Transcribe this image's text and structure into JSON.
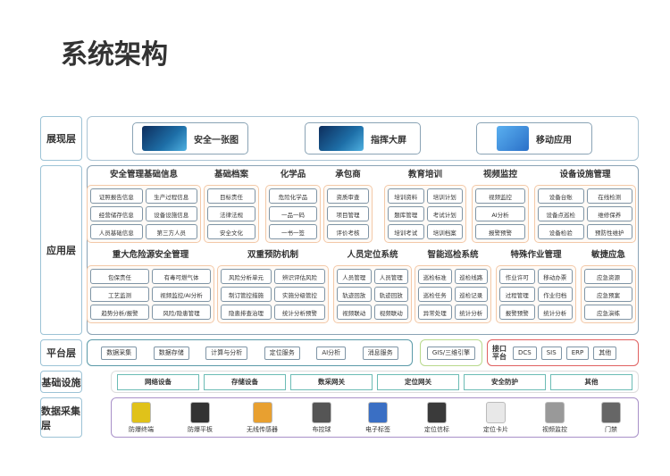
{
  "title": "系统架构",
  "layers": {
    "presentation": "展现层",
    "application": "应用层",
    "platform": "平台层",
    "infrastructure": "基础设施",
    "collection": "数据采集层"
  },
  "presentation": [
    {
      "label": "安全一张图",
      "icon": "dashboard-map-icon"
    },
    {
      "label": "指挥大屏",
      "icon": "command-screen-icon"
    },
    {
      "label": "移动应用",
      "icon": "mobile-app-icon"
    }
  ],
  "app_row1": [
    {
      "title": "安全管理基础信息",
      "cols": 2,
      "items": [
        "证照报告信息",
        "生产过程信息",
        "经营储存信息",
        "设备设施信息",
        "人员基础信息",
        "第三方人员"
      ]
    },
    {
      "title": "基础档案",
      "cols": 1,
      "items": [
        "目标责任",
        "法律法规",
        "安全文化"
      ]
    },
    {
      "title": "化学品",
      "cols": 1,
      "items": [
        "危险化学品",
        "一品一码",
        "一书一签"
      ]
    },
    {
      "title": "承包商",
      "cols": 1,
      "items": [
        "资质审查",
        "项目管理",
        "评价考核"
      ]
    },
    {
      "title": "教育培训",
      "cols": 2,
      "items": [
        "培训资料",
        "培训计划",
        "题库管理",
        "考试计划",
        "培训考试",
        "培训档案"
      ]
    },
    {
      "title": "视频监控",
      "cols": 1,
      "items": [
        "视频监控",
        "AI分析",
        "报警预警"
      ]
    },
    {
      "title": "设备设施管理",
      "cols": 2,
      "items": [
        "设备台账",
        "在线检测",
        "设备点巡检",
        "维修保养",
        "设备检验",
        "预防性维护"
      ]
    }
  ],
  "app_row2": [
    {
      "title": "重大危险源安全管理",
      "cols": 2,
      "items": [
        "包保责任",
        "有毒可燃气体",
        "工艺监测",
        "视频监控/AI分析",
        "趋势分析/报警",
        "风险/隐患管理"
      ]
    },
    {
      "title": "双重预防机制",
      "cols": 2,
      "items": [
        "风险分析单元",
        "辨识评估风险",
        "制订管控措施",
        "实施分级管控",
        "隐患排查治理",
        "统计分析预警"
      ]
    },
    {
      "title": "人员定位系统",
      "cols": 2,
      "items": [
        "人员管理",
        "人员管理",
        "轨迹回放",
        "轨迹回放",
        "视频联动",
        "视频联动"
      ]
    },
    {
      "title": "智能巡检系统",
      "cols": 2,
      "items": [
        "巡检标准",
        "巡检线路",
        "巡检任务",
        "巡检记录",
        "异常处理",
        "统计分析"
      ]
    },
    {
      "title": "特殊作业管理",
      "cols": 2,
      "items": [
        "作业许可",
        "移动办票",
        "过程管理",
        "作业归档",
        "报警预警",
        "统计分析"
      ]
    },
    {
      "title": "敏捷应急",
      "cols": 1,
      "items": [
        "应急资源",
        "应急预案",
        "应急演练"
      ]
    }
  ],
  "platform": {
    "services": [
      "数据采集",
      "数据存储",
      "计算与分析",
      "定位服务",
      "AI分析",
      "消息服务"
    ],
    "gis": "GIS/三维引擎",
    "interface_label": "接口平台",
    "interfaces": [
      "DCS",
      "SIS",
      "ERP",
      "其他"
    ]
  },
  "infrastructure": [
    "网络设备",
    "存储设备",
    "数采网关",
    "定位网关",
    "安全防护",
    "其他"
  ],
  "devices": [
    {
      "label": "防爆终端",
      "color": "#e0c21a"
    },
    {
      "label": "防爆平板",
      "color": "#333"
    },
    {
      "label": "无线传感器",
      "color": "#e8a030"
    },
    {
      "label": "布控球",
      "color": "#555"
    },
    {
      "label": "电子标签",
      "color": "#3a6fc4"
    },
    {
      "label": "定位信标",
      "color": "#3a3a3a"
    },
    {
      "label": "定位卡片",
      "color": "#e8e8e8"
    },
    {
      "label": "视频监控",
      "color": "#999"
    },
    {
      "label": "门禁",
      "color": "#666"
    }
  ]
}
